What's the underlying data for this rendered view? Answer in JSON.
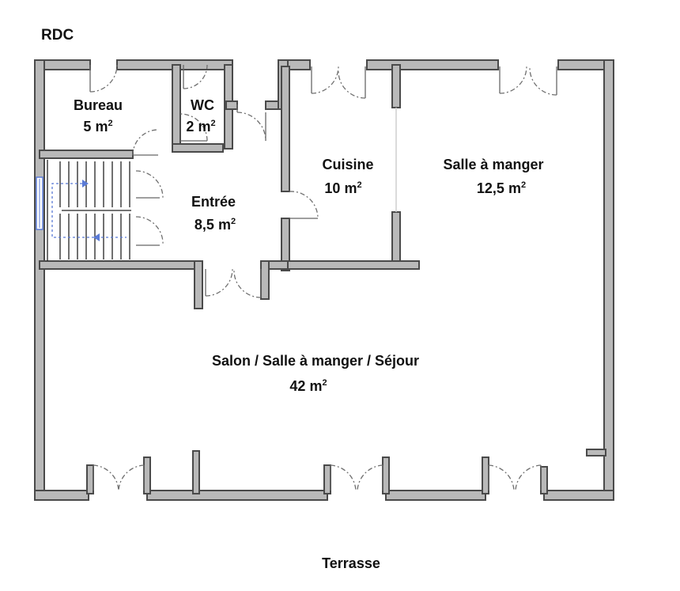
{
  "plan": {
    "level": "RDC",
    "outside": "Terrasse",
    "area_unit": "m",
    "area_exp": "2",
    "colors": {
      "wall_fill": "#b9b9b9",
      "wall_stroke": "#4a4a4a",
      "stair_arrow": "#5b7bd6",
      "door_swing": "#6f6f6f"
    },
    "rooms": {
      "bureau": {
        "name": "Bureau",
        "area": "5"
      },
      "wc": {
        "name": "WC",
        "area": "2"
      },
      "cuisine": {
        "name": "Cuisine",
        "area": "10"
      },
      "salle": {
        "name": "Salle à manger",
        "area": "12,5"
      },
      "entree": {
        "name": "Entrée",
        "area": "8,5"
      },
      "salon": {
        "name": "Salon / Salle à manger / Séjour",
        "area": "42"
      }
    }
  }
}
